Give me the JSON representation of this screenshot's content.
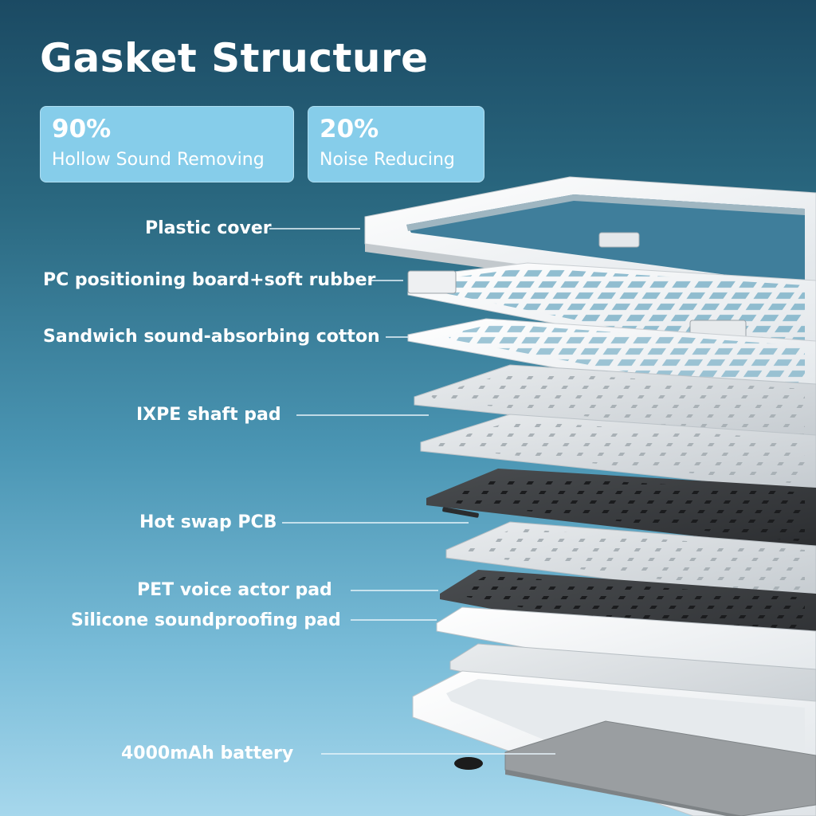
{
  "title": "Gasket Structure",
  "stats": [
    {
      "value": "90%",
      "label": "Hollow Sound Removing"
    },
    {
      "value": "20%",
      "label": "Noise Reducing"
    }
  ],
  "layers": [
    {
      "label": "Plastic cover"
    },
    {
      "label": "PC positioning board+soft rubber"
    },
    {
      "label": "Sandwich sound-absorbing cotton"
    },
    {
      "label": "IXPE shaft pad"
    },
    {
      "label": "Hot swap PCB"
    },
    {
      "label": "PET voice actor pad"
    },
    {
      "label": "Silicone soundproofing pad"
    },
    {
      "label": "4000mAh battery"
    }
  ],
  "colors": {
    "background_top": "#1b4a63",
    "background_bottom": "#a6d7ec",
    "stat_box": "#86cdea",
    "label_text": "#ffffff"
  }
}
